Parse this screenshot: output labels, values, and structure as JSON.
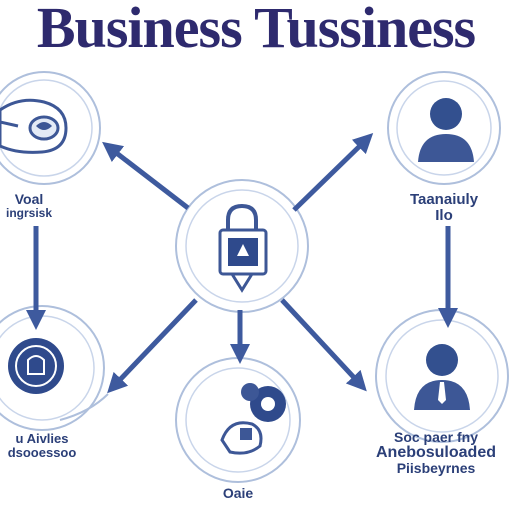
{
  "title": "Business Tussiness",
  "colors": {
    "ring": "#aebfdc",
    "ring_dark": "#7f97c4",
    "arrow": "#3e5a9e",
    "icon": "#3d5796",
    "title": "#2e2a6e"
  },
  "nodes": {
    "top_left": {
      "icon": "hand-icon",
      "label_line1": "Voal",
      "label_line2": "ingrsisk"
    },
    "top_right": {
      "icon": "person-icon",
      "label_line1": "Taanaiuly",
      "label_line2": "Ilo"
    },
    "center": {
      "icon": "padlock-icon"
    },
    "bottom_left": {
      "icon": "badge-icon",
      "label_line1": "u Aivlies",
      "label_line2": "dsooessoo"
    },
    "bottom_center": {
      "icon": "gear-icon",
      "label_line1": "Oaie"
    },
    "bottom_right": {
      "icon": "person-icon",
      "label_line1": "Soc paer fny",
      "label_line2": "Anebosuloaded",
      "label_line3": "Piisbeyrnes"
    }
  }
}
